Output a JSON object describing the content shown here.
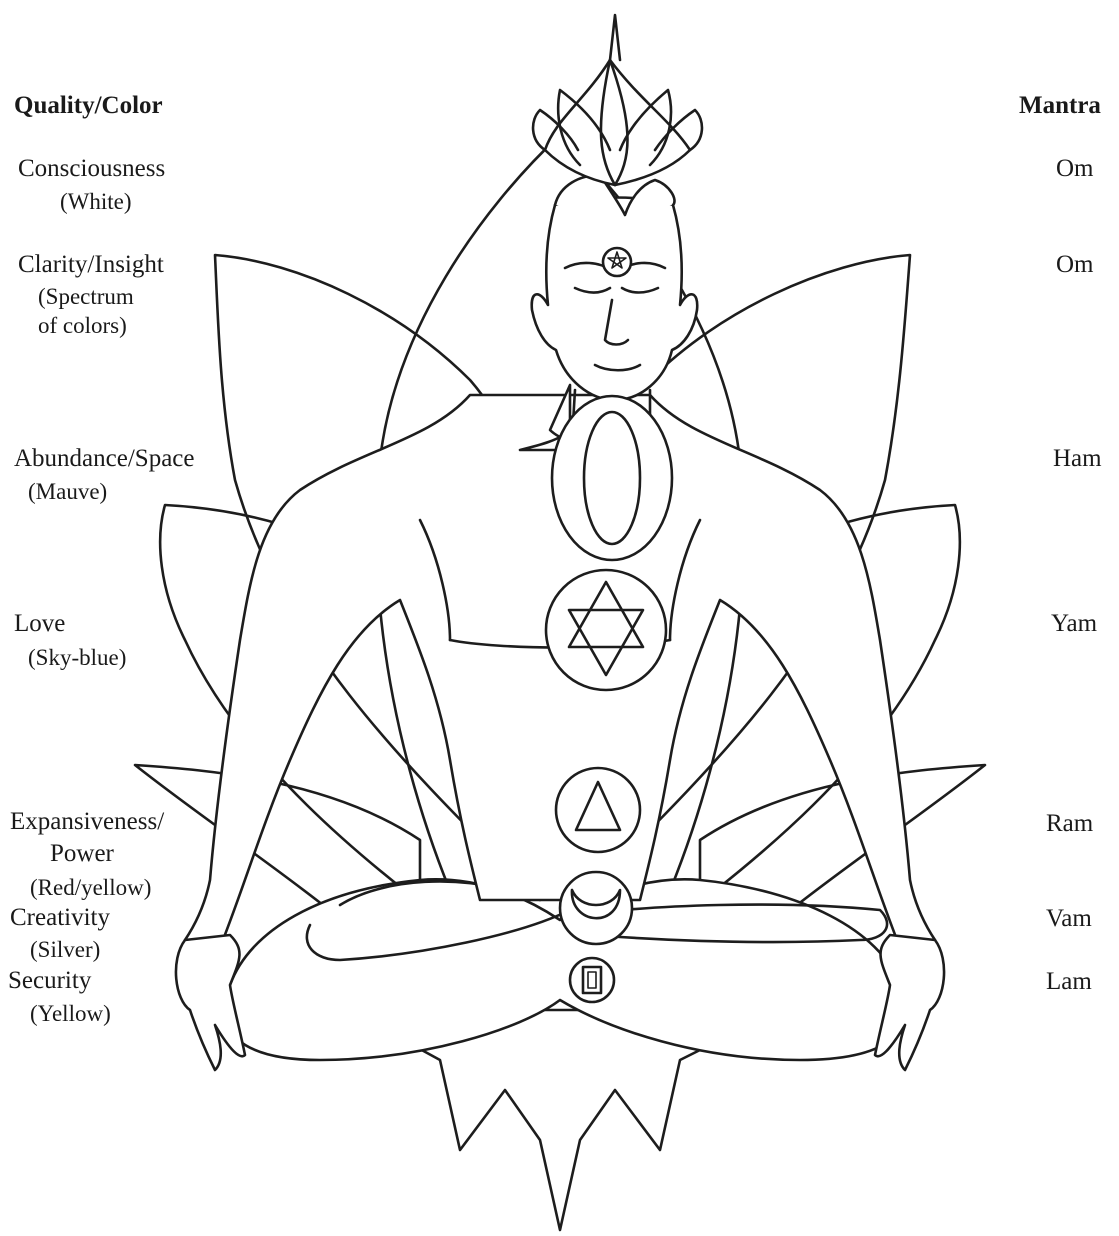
{
  "headers": {
    "left": "Quality/Color",
    "right": "Mantra"
  },
  "chakras": [
    {
      "quality": "Consciousness",
      "color": "(White)",
      "mantra": "Om",
      "symbol": "thousand-petal-lotus-icon"
    },
    {
      "quality": "Clarity/Insight",
      "color_lines": [
        "(Spectrum",
        "of colors)"
      ],
      "mantra": "Om",
      "symbol": "circle-star-icon"
    },
    {
      "quality": "Abundance/Space",
      "color": "(Mauve)",
      "mantra": "Ham",
      "symbol": "oval-in-circle-icon"
    },
    {
      "quality": "Love",
      "color": "(Sky-blue)",
      "mantra": "Yam",
      "symbol": "hexagram-icon"
    },
    {
      "quality_lines": [
        "Expansiveness/",
        "Power"
      ],
      "color": "(Red/yellow)",
      "mantra": "Ram",
      "symbol": "triangle-icon"
    },
    {
      "quality": "Creativity",
      "color": "(Silver)",
      "mantra": "Vam",
      "symbol": "crescent-moon-icon"
    },
    {
      "quality": "Security",
      "color": "(Yellow)",
      "mantra": "Lam",
      "symbol": "square-icon"
    }
  ],
  "style": {
    "ink": "#1d1d1d",
    "paper": "#ffffff"
  }
}
